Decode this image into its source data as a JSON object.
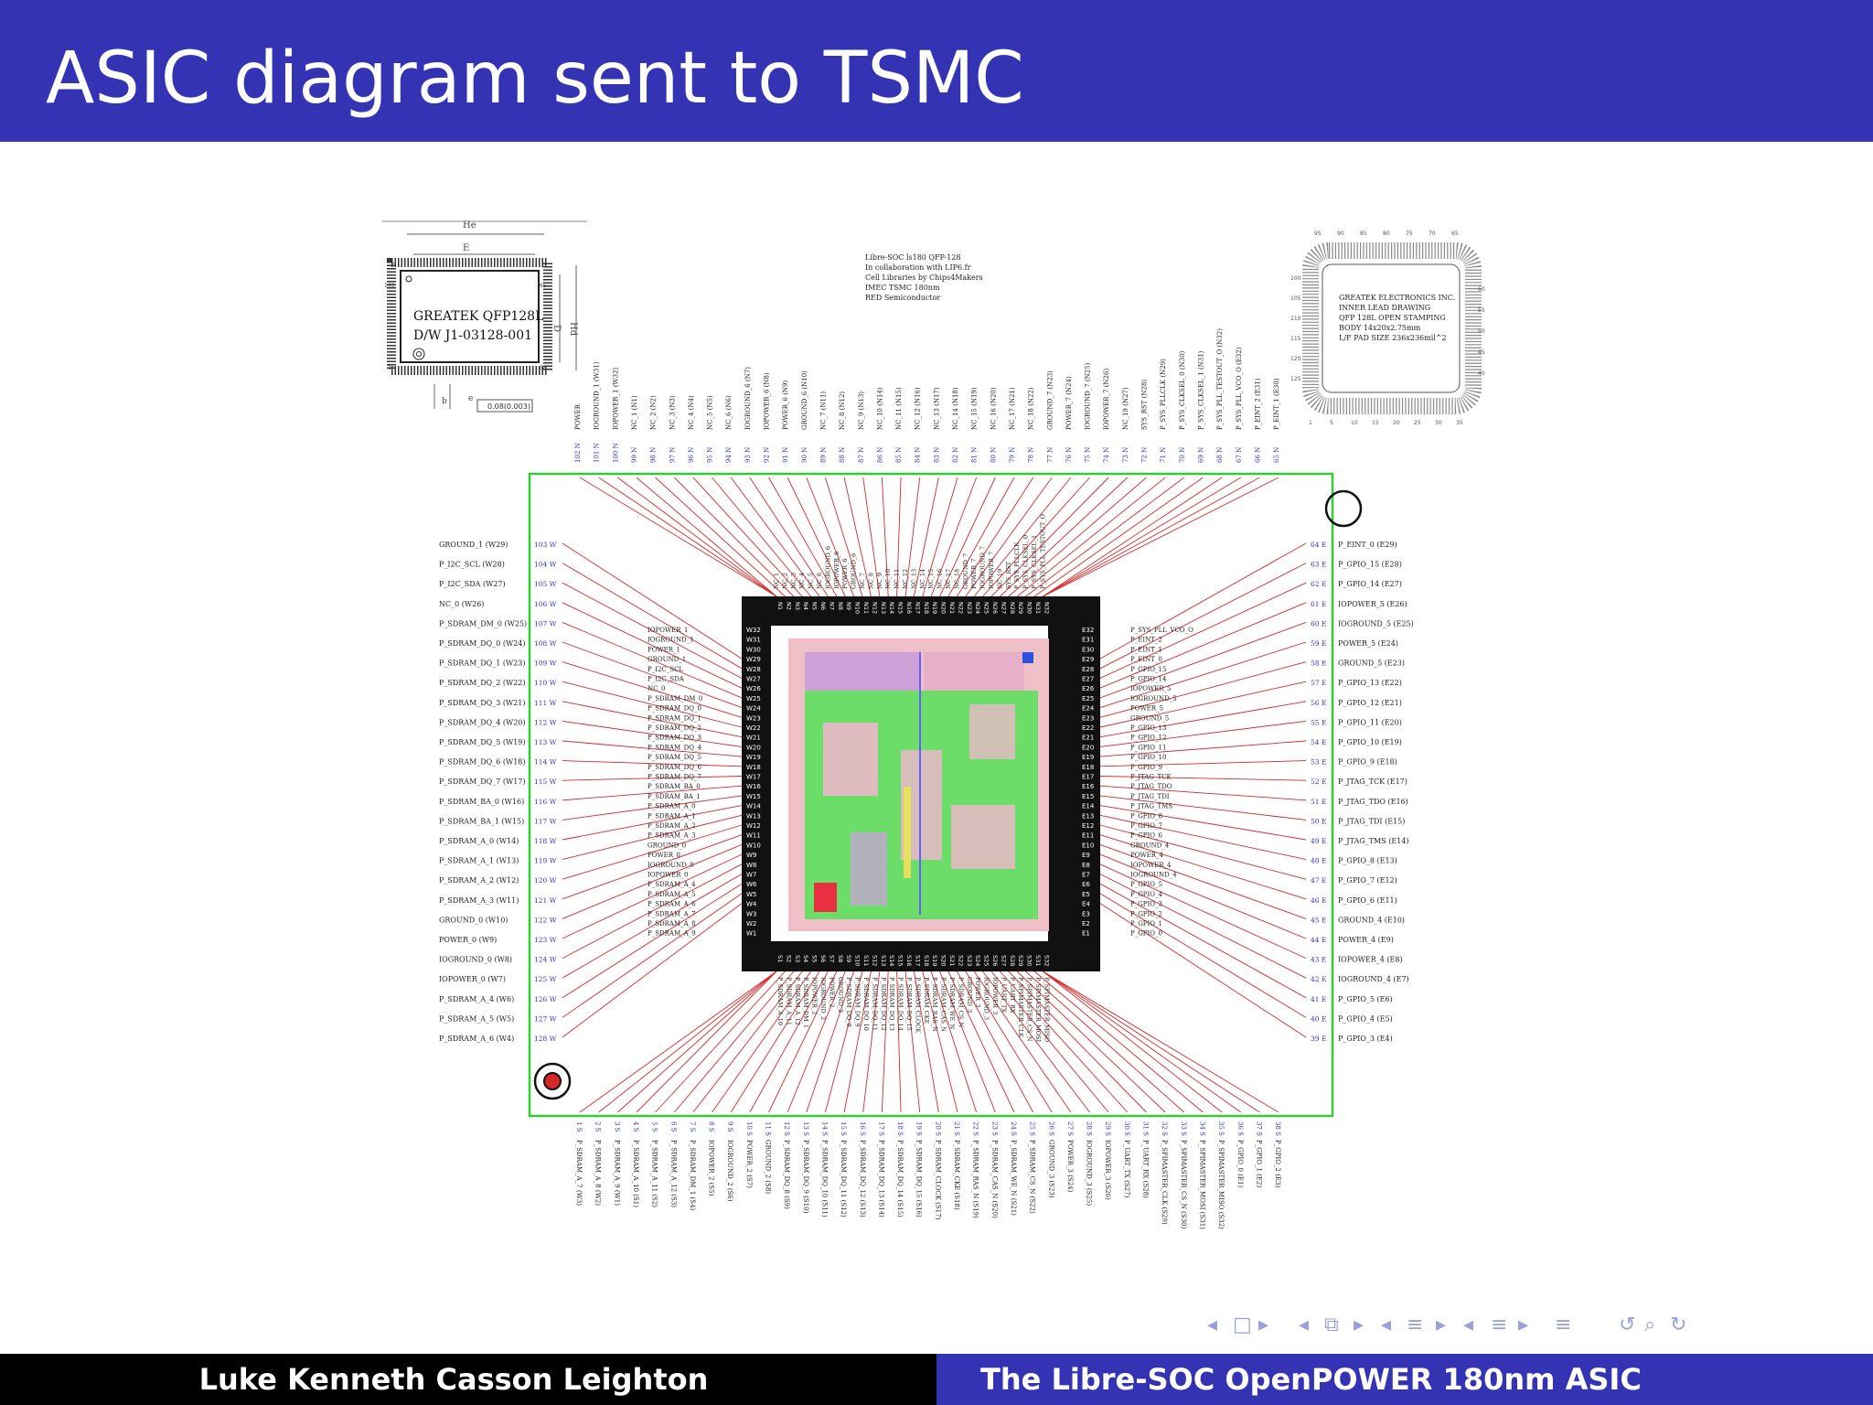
{
  "slide": {
    "title": "ASIC diagram sent to TSMC",
    "footer_author": "Luke Kenneth Casson Leighton",
    "footer_talk": "The Libre-SOC OpenPOWER 180nm ASIC"
  },
  "colors": {
    "title_bar": "#3333b3",
    "footer_left": "#000000",
    "footer_right": "#3333b3",
    "bond_wire": "#d62828",
    "frame": "#33cc33",
    "die_ring": "#111111"
  },
  "package_left": {
    "he_label": "He",
    "e_label": "E",
    "d_label": "D",
    "hd_label": "Hd",
    "b_label": "b",
    "e2_label": "e",
    "marking_line1": "GREATEK QFP128L",
    "marking_line2": "D/W J1-03128-001",
    "tolerance": "0.08(0.003)",
    "pin_numbers": [
      "103",
      "1",
      "38",
      "65"
    ]
  },
  "package_right": {
    "lines": [
      "GREATEK ELECTRONICS INC.",
      "INNER LEAD DRAWING",
      "QFP 128L OPEN STAMPING",
      "BODY 14x20x2.75mm",
      "L/F PAD SIZE 236x236mil^2"
    ],
    "corner_numbers": [
      "95",
      "90",
      "85",
      "80",
      "75",
      "70",
      "65",
      "100",
      "105",
      "110",
      "115",
      "120",
      "125",
      "60",
      "55",
      "50",
      "45",
      "40",
      "1",
      "5",
      "10",
      "15",
      "20",
      "25",
      "30",
      "35"
    ]
  },
  "credits": {
    "lines": [
      "Libre-SOC ls180 QFP-128",
      "In collaboration with LIP6.fr",
      "Cell Libraries by Chips4Makers",
      "IMEC TSMC 180nm",
      "RED Semiconductor"
    ]
  },
  "pins": {
    "north": [
      {
        "n": "102 N",
        "label": "POWER"
      },
      {
        "n": "101 N",
        "label": "IOGROUND_1 (W31)"
      },
      {
        "n": "100 N",
        "label": "IOPOWER_1 (W32)"
      },
      {
        "n": "99 N",
        "label": "NC_1 (N1)"
      },
      {
        "n": "98 N",
        "label": "NC_2 (N2)"
      },
      {
        "n": "97 N",
        "label": "NC_3 (N3)"
      },
      {
        "n": "96 N",
        "label": "NC_4 (N4)"
      },
      {
        "n": "95 N",
        "label": "NC_5 (N5)"
      },
      {
        "n": "94 N",
        "label": "NC_6 (N6)"
      },
      {
        "n": "93 N",
        "label": "IOGROUND_6 (N7)"
      },
      {
        "n": "92 N",
        "label": "IOPOWER_6 (N8)"
      },
      {
        "n": "91 N",
        "label": "POWER_6 (N9)"
      },
      {
        "n": "90 N",
        "label": "GROUND_6 (N10)"
      },
      {
        "n": "89 N",
        "label": "NC_7 (N11)"
      },
      {
        "n": "88 N",
        "label": "NC_8 (N12)"
      },
      {
        "n": "87 N",
        "label": "NC_9 (N13)"
      },
      {
        "n": "86 N",
        "label": "NC_10 (N14)"
      },
      {
        "n": "85 N",
        "label": "NC_11 (N15)"
      },
      {
        "n": "84 N",
        "label": "NC_12 (N16)"
      },
      {
        "n": "83 N",
        "label": "NC_13 (N17)"
      },
      {
        "n": "82 N",
        "label": "NC_14 (N18)"
      },
      {
        "n": "81 N",
        "label": "NC_15 (N19)"
      },
      {
        "n": "80 N",
        "label": "NC_16 (N20)"
      },
      {
        "n": "79 N",
        "label": "NC_17 (N21)"
      },
      {
        "n": "78 N",
        "label": "NC_18 (N22)"
      },
      {
        "n": "77 N",
        "label": "GROUND_7 (N23)"
      },
      {
        "n": "76 N",
        "label": "POWER_7 (N24)"
      },
      {
        "n": "75 N",
        "label": "IOGROUND_7 (N25)"
      },
      {
        "n": "74 N",
        "label": "IOPOWER_7 (N26)"
      },
      {
        "n": "73 N",
        "label": "NC_19 (N27)"
      },
      {
        "n": "72 N",
        "label": "SYS_RST (N28)"
      },
      {
        "n": "71 N",
        "label": "P_SYS_PLLCLK (N29)"
      },
      {
        "n": "70 N",
        "label": "P_SYS_CLKSEL_0 (N30)"
      },
      {
        "n": "69 N",
        "label": "P_SYS_CLKSEL_1 (N31)"
      },
      {
        "n": "68 N",
        "label": "P_SYS_PLL_TESTOUT_O (N32)"
      },
      {
        "n": "67 N",
        "label": "P_SYS_PLL_VCO_O (E32)"
      },
      {
        "n": "66 N",
        "label": "P_EINT_2 (E31)"
      },
      {
        "n": "65 N",
        "label": "P_EINT_1 (E30)"
      }
    ],
    "west": [
      {
        "n": "103 W",
        "label": "GROUND_1 (W29)"
      },
      {
        "n": "104 W",
        "label": "P_I2C_SCL (W28)"
      },
      {
        "n": "105 W",
        "label": "P_I2C_SDA (W27)"
      },
      {
        "n": "106 W",
        "label": "NC_0 (W26)"
      },
      {
        "n": "107 W",
        "label": "P_SDRAM_DM_0 (W25)"
      },
      {
        "n": "108 W",
        "label": "P_SDRAM_DQ_0 (W24)"
      },
      {
        "n": "109 W",
        "label": "P_SDRAM_DQ_1 (W23)"
      },
      {
        "n": "110 W",
        "label": "P_SDRAM_DQ_2 (W22)"
      },
      {
        "n": "111 W",
        "label": "P_SDRAM_DQ_3 (W21)"
      },
      {
        "n": "112 W",
        "label": "P_SDRAM_DQ_4 (W20)"
      },
      {
        "n": "113 W",
        "label": "P_SDRAM_DQ_5 (W19)"
      },
      {
        "n": "114 W",
        "label": "P_SDRAM_DQ_6 (W18)"
      },
      {
        "n": "115 W",
        "label": "P_SDRAM_DQ_7 (W17)"
      },
      {
        "n": "116 W",
        "label": "P_SDRAM_BA_0 (W16)"
      },
      {
        "n": "117 W",
        "label": "P_SDRAM_BA_1 (W15)"
      },
      {
        "n": "118 W",
        "label": "P_SDRAM_A_0 (W14)"
      },
      {
        "n": "119 W",
        "label": "P_SDRAM_A_1 (W13)"
      },
      {
        "n": "120 W",
        "label": "P_SDRAM_A_2 (W12)"
      },
      {
        "n": "121 W",
        "label": "P_SDRAM_A_3 (W11)"
      },
      {
        "n": "122 W",
        "label": "GROUND_0 (W10)"
      },
      {
        "n": "123 W",
        "label": "POWER_0 (W9)"
      },
      {
        "n": "124 W",
        "label": "IOGROUND_0 (W8)"
      },
      {
        "n": "125 W",
        "label": "IOPOWER_0 (W7)"
      },
      {
        "n": "126 W",
        "label": "P_SDRAM_A_4 (W6)"
      },
      {
        "n": "127 W",
        "label": "P_SDRAM_A_5 (W5)"
      },
      {
        "n": "128 W",
        "label": "P_SDRAM_A_6 (W4)"
      }
    ],
    "east": [
      {
        "n": "64 E",
        "label": "P_EINT_0 (E29)"
      },
      {
        "n": "63 E",
        "label": "P_GPIO_15 (E28)"
      },
      {
        "n": "62 E",
        "label": "P_GPIO_14 (E27)"
      },
      {
        "n": "61 E",
        "label": "IOPOWER_5 (E26)"
      },
      {
        "n": "60 E",
        "label": "IOGROUND_5 (E25)"
      },
      {
        "n": "59 E",
        "label": "POWER_5 (E24)"
      },
      {
        "n": "58 E",
        "label": "GROUND_5 (E23)"
      },
      {
        "n": "57 E",
        "label": "P_GPIO_13 (E22)"
      },
      {
        "n": "56 E",
        "label": "P_GPIO_12 (E21)"
      },
      {
        "n": "55 E",
        "label": "P_GPIO_11 (E20)"
      },
      {
        "n": "54 E",
        "label": "P_GPIO_10 (E19)"
      },
      {
        "n": "53 E",
        "label": "P_GPIO_9 (E18)"
      },
      {
        "n": "52 E",
        "label": "P_JTAG_TCK (E17)"
      },
      {
        "n": "51 E",
        "label": "P_JTAG_TDO (E16)"
      },
      {
        "n": "50 E",
        "label": "P_JTAG_TDI (E15)"
      },
      {
        "n": "49 E",
        "label": "P_JTAG_TMS (E14)"
      },
      {
        "n": "48 E",
        "label": "P_GPIO_8 (E13)"
      },
      {
        "n": "47 E",
        "label": "P_GPIO_7 (E12)"
      },
      {
        "n": "46 E",
        "label": "P_GPIO_6 (E11)"
      },
      {
        "n": "45 E",
        "label": "GROUND_4 (E10)"
      },
      {
        "n": "44 E",
        "label": "POWER_4 (E9)"
      },
      {
        "n": "43 E",
        "label": "IOPOWER_4 (E8)"
      },
      {
        "n": "42 E",
        "label": "IOGROUND_4 (E7)"
      },
      {
        "n": "41 E",
        "label": "P_GPIO_5 (E6)"
      },
      {
        "n": "40 E",
        "label": "P_GPIO_4 (E5)"
      },
      {
        "n": "39 E",
        "label": "P_GPIO_3 (E4)"
      }
    ],
    "south": [
      {
        "n": "1 S",
        "label": "P_SDRAM_A_7 (W3)"
      },
      {
        "n": "2 S",
        "label": "P_SDRAM_A_8 (W2)"
      },
      {
        "n": "3 S",
        "label": "P_SDRAM_A_9 (W1)"
      },
      {
        "n": "4 S",
        "label": "P_SDRAM_A_10 (S1)"
      },
      {
        "n": "5 S",
        "label": "P_SDRAM_A_11 (S2)"
      },
      {
        "n": "6 S",
        "label": "P_SDRAM_A_12 (S3)"
      },
      {
        "n": "7 S",
        "label": "P_SDRAM_DM_1 (S4)"
      },
      {
        "n": "8 S",
        "label": "IOPOWER_2 (S5)"
      },
      {
        "n": "9 S",
        "label": "IOGROUND_2 (S6)"
      },
      {
        "n": "10 S",
        "label": "POWER_2 (S7)"
      },
      {
        "n": "11 S",
        "label": "GROUND_2 (S8)"
      },
      {
        "n": "12 S",
        "label": "P_SDRAM_DQ_8 (S9)"
      },
      {
        "n": "13 S",
        "label": "P_SDRAM_DQ_9 (S10)"
      },
      {
        "n": "14 S",
        "label": "P_SDRAM_DQ_10 (S11)"
      },
      {
        "n": "15 S",
        "label": "P_SDRAM_DQ_11 (S12)"
      },
      {
        "n": "16 S",
        "label": "P_SDRAM_DQ_12 (S13)"
      },
      {
        "n": "17 S",
        "label": "P_SDRAM_DQ_13 (S14)"
      },
      {
        "n": "18 S",
        "label": "P_SDRAM_DQ_14 (S15)"
      },
      {
        "n": "19 S",
        "label": "P_SDRAM_DQ_15 (S16)"
      },
      {
        "n": "20 S",
        "label": "P_SDRAM_CLOCK (S17)"
      },
      {
        "n": "21 S",
        "label": "P_SDRAM_CKE (S18)"
      },
      {
        "n": "22 S",
        "label": "P_SDRAM_RAS_N (S19)"
      },
      {
        "n": "23 S",
        "label": "P_SDRAM_CAS_N (S20)"
      },
      {
        "n": "24 S",
        "label": "P_SDRAM_WE_N (S21)"
      },
      {
        "n": "25 S",
        "label": "P_SDRAM_CS_N (S22)"
      },
      {
        "n": "26 S",
        "label": "GROUND_3 (S23)"
      },
      {
        "n": "27 S",
        "label": "POWER_3 (S24)"
      },
      {
        "n": "28 S",
        "label": "IOGROUND_3 (S25)"
      },
      {
        "n": "29 S",
        "label": "IOPOWER_3 (S26)"
      },
      {
        "n": "30 S",
        "label": "P_UART_TX (S27)"
      },
      {
        "n": "31 S",
        "label": "P_UART_RX (S28)"
      },
      {
        "n": "32 S",
        "label": "P_SPIMASTER_CLK (S29)"
      },
      {
        "n": "33 S",
        "label": "P_SPIMASTER_CS_N (S30)"
      },
      {
        "n": "34 S",
        "label": "P_SPIMASTER_MOSI (S31)"
      },
      {
        "n": "35 S",
        "label": "P_SPIMASTER_MISO (S32)"
      },
      {
        "n": "36 S",
        "label": "P_GPIO_0 (E1)"
      },
      {
        "n": "37 S",
        "label": "P_GPIO_1 (E2)"
      },
      {
        "n": "38 S",
        "label": "P_GPIO_2 (E3)"
      }
    ]
  },
  "die": {
    "west_pads": [
      "W32",
      "W31",
      "W30",
      "W29",
      "W28",
      "W27",
      "W26",
      "W25",
      "W24",
      "W23",
      "W22",
      "W21",
      "W20",
      "W19",
      "W18",
      "W17",
      "W16",
      "W15",
      "W14",
      "W13",
      "W12",
      "W11",
      "W10",
      "W9",
      "W8",
      "W7",
      "W6",
      "W5",
      "W4",
      "W3",
      "W2",
      "W1"
    ],
    "west_inner": [
      "IOPOWER_1",
      "IOGROUND_1",
      "POWER_1",
      "GROUND_1",
      "P_I2C_SCL",
      "P_I2C_SDA",
      "NC_0",
      "P_SDRAM_DM_0",
      "P_SDRAM_DQ_0",
      "P_SDRAM_DQ_1",
      "P_SDRAM_DQ_2",
      "P_SDRAM_DQ_3",
      "P_SDRAM_DQ_4",
      "P_SDRAM_DQ_5",
      "P_SDRAM_DQ_6",
      "P_SDRAM_DQ_7",
      "P_SDRAM_BA_0",
      "P_SDRAM_BA_1",
      "P_SDRAM_A_0",
      "P_SDRAM_A_1",
      "P_SDRAM_A_2",
      "P_SDRAM_A_3",
      "GROUND_0",
      "POWER_0",
      "IOGROUND_0",
      "IOPOWER_0",
      "P_SDRAM_A_4",
      "P_SDRAM_A_5",
      "P_SDRAM_A_6",
      "P_SDRAM_A_7",
      "P_SDRAM_A_8",
      "P_SDRAM_A_9"
    ],
    "east_pads": [
      "E32",
      "E31",
      "E30",
      "E29",
      "E28",
      "E27",
      "E26",
      "E25",
      "E24",
      "E23",
      "E22",
      "E21",
      "E20",
      "E19",
      "E18",
      "E17",
      "E16",
      "E15",
      "E14",
      "E13",
      "E12",
      "E11",
      "E10",
      "E9",
      "E8",
      "E7",
      "E6",
      "E5",
      "E4",
      "E3",
      "E2",
      "E1"
    ],
    "east_inner": [
      "P_SYS_PLL_VCO_O",
      "P_EINT_2",
      "P_EINT_1",
      "P_EINT_0",
      "P_GPIO_15",
      "P_GPIO_14",
      "IOPOWER_5",
      "IOGROUND_5",
      "POWER_5",
      "GROUND_5",
      "P_GPIO_13",
      "P_GPIO_12",
      "P_GPIO_11",
      "P_GPIO_10",
      "P_GPIO_9",
      "P_JTAG_TCK",
      "P_JTAG_TDO",
      "P_JTAG_TDI",
      "P_JTAG_TMS",
      "P_GPIO_8",
      "P_GPIO_7",
      "P_GPIO_6",
      "GROUND_4",
      "POWER_4",
      "IOPOWER_4",
      "IOGROUND_4",
      "P_GPIO_5",
      "P_GPIO_4",
      "P_GPIO_3",
      "P_GPIO_2",
      "P_GPIO_1",
      "P_GPIO_0"
    ],
    "north_pads": [
      "N1",
      "N2",
      "N3",
      "N4",
      "N5",
      "N6",
      "N7",
      "N8",
      "N9",
      "N10",
      "N11",
      "N12",
      "N13",
      "N14",
      "N15",
      "N16",
      "N17",
      "N18",
      "N19",
      "N20",
      "N21",
      "N22",
      "N23",
      "N24",
      "N25",
      "N26",
      "N27",
      "N28",
      "N29",
      "N30",
      "N31",
      "N32"
    ],
    "north_inner": [
      "NC_1",
      "NC_2",
      "NC_3",
      "NC_4",
      "NC_5",
      "NC_6",
      "IOGROUND_6",
      "IOPOWER_6",
      "POWER_6",
      "GROUND_6",
      "NC_7",
      "NC_8",
      "NC_9",
      "NC_10",
      "NC_11",
      "NC_12",
      "NC_13",
      "NC_14",
      "NC_15",
      "NC_16",
      "NC_17",
      "NC_18",
      "GROUND_7",
      "POWER_7",
      "IOGROUND_7",
      "IOPOWER_7",
      "NC_19",
      "SYS_RST",
      "P_SYS_PLLCLK",
      "P_SYS_CLKSEL_0",
      "P_SYS_CLKSEL_1",
      "P_SYS_PLL_TESTOUT_O"
    ],
    "south_pads": [
      "S1",
      "S2",
      "S3",
      "S4",
      "S5",
      "S6",
      "S7",
      "S8",
      "S9",
      "S10",
      "S11",
      "S12",
      "S13",
      "S14",
      "S15",
      "S16",
      "S17",
      "S18",
      "S19",
      "S20",
      "S21",
      "S22",
      "S23",
      "S24",
      "S25",
      "S26",
      "S27",
      "S28",
      "S29",
      "S30",
      "S31",
      "S32"
    ],
    "south_inner": [
      "P_SDRAM_A_10",
      "P_SDRAM_A_11",
      "P_SDRAM_A_12",
      "P_SDRAM_DM_1",
      "IOPOWER_2",
      "IOGROUND_2",
      "POWER_2",
      "GROUND_2",
      "P_SDRAM_DQ_8",
      "P_SDRAM_DQ_9",
      "P_SDRAM_DQ_10",
      "P_SDRAM_DQ_11",
      "P_SDRAM_DQ_12",
      "P_SDRAM_DQ_13",
      "P_SDRAM_DQ_14",
      "P_SDRAM_DQ_15",
      "P_SDRAM_CLOCK",
      "P_SDRAM_CKE",
      "P_SDRAM_RAS_N",
      "P_SDRAM_CAS_N",
      "P_SDRAM_WE_N",
      "P_SDRAM_CS_N",
      "GROUND_3",
      "POWER_3",
      "IOGROUND_3",
      "IOPOWER_3",
      "P_UART_TX",
      "P_UART_RX",
      "P_SPIMASTER_CLK",
      "P_SPIMASTER_CS_N",
      "P_SPIMASTER_MOSI",
      "P_SPIMASTER_MISO"
    ]
  },
  "nav_icons": [
    "nav-left-arrow-icon",
    "frame-icon",
    "nav-right-arrow-icon",
    "nav-left-arrow-icon",
    "subsection-icon",
    "nav-right-arrow-icon",
    "nav-left-arrow-icon",
    "section-icon",
    "nav-right-arrow-icon",
    "nav-left-arrow-icon",
    "slide-icon",
    "nav-right-arrow-icon",
    "align-icon",
    "undo-icon",
    "search-icon",
    "redo-icon"
  ]
}
